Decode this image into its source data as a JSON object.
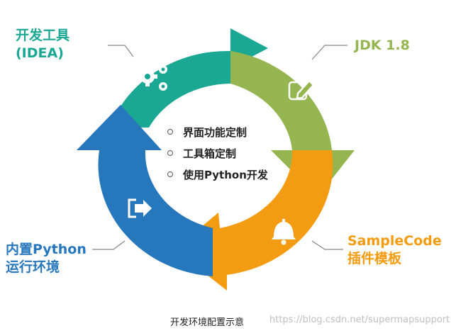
{
  "center_items": [
    "界面功能定制",
    "工具箱定制",
    "使用Python开发"
  ],
  "labels": {
    "dev_tool": [
      "开发工具",
      "(IDEA)"
    ],
    "jdk": "JDK 1.8",
    "samplecode": [
      "SampleCode",
      "插件模板"
    ],
    "python": [
      "内置Python",
      "运行环境"
    ]
  },
  "caption": "开发环境配置示意",
  "watermark": "https://blog.csdn.net/supermapsupport",
  "colors": {
    "teal": "#1aa894",
    "green": "#94b550",
    "orange": "#f39c12",
    "blue": "#2777bd",
    "leader": "#888888"
  },
  "icons": [
    "gears-icon",
    "edit-icon",
    "bell-icon",
    "logout-icon"
  ]
}
